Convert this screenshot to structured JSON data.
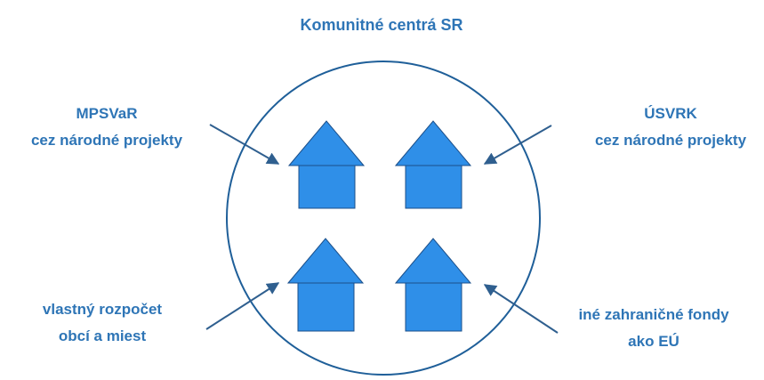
{
  "title": "Komunitné centrá SR",
  "sources": {
    "top_left": {
      "line1": "MPSVaR",
      "line2": "cez národné projekty"
    },
    "top_right": {
      "line1": "ÚSVRK",
      "line2": "cez národné projekty"
    },
    "bottom_left": {
      "line1": "vlastný rozpočet",
      "line2": "obcí a miest"
    },
    "bottom_right": {
      "line1": "iné zahraničné fondy",
      "line2": "ako EÚ"
    }
  },
  "colors": {
    "text": "#2e75b6",
    "house_fill": "#2f8fe8",
    "house_stroke": "#1b4f8a",
    "circle_stroke": "#1f5f99",
    "arrow": "#2f5f8f"
  },
  "icons": [
    "house-icon",
    "arrow-icon"
  ]
}
